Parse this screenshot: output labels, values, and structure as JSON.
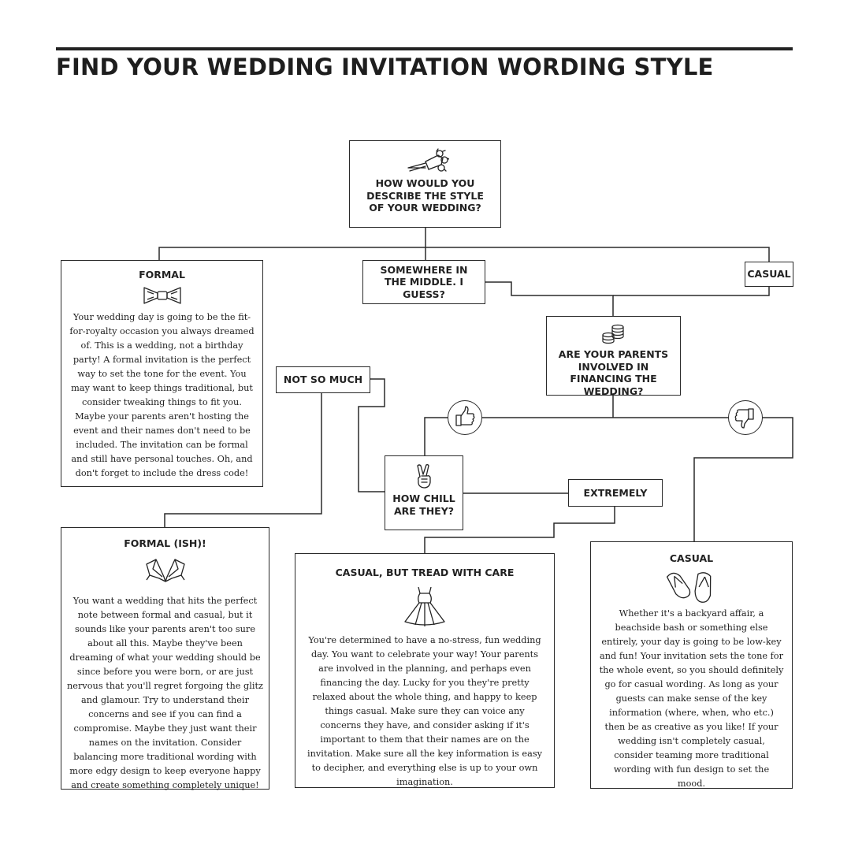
{
  "title": "FIND YOUR WEDDING INVITATION WORDING STYLE",
  "start": {
    "question": "HOW WOULD YOU DESCRIBE THE STYLE OF YOUR WEDDING?",
    "icon": "bouquet-icon"
  },
  "options": {
    "middle": "SOMEWHERE IN THE MIDDLE. I GUESS?",
    "casual": "CASUAL",
    "not_so_much": "NOT SO MUCH",
    "extremely": "EXTREMELY"
  },
  "parents_question": {
    "text": "ARE YOUR PARENTS INVOLVED IN FINANCING THE WEDDING?",
    "icon": "coins-icon"
  },
  "chill_question": {
    "text": "HOW CHILL ARE THEY?",
    "icon": "peace-hand-icon"
  },
  "answers": {
    "yes_icon": "thumbs-up-icon",
    "no_icon": "thumbs-down-icon"
  },
  "results": {
    "formal": {
      "title": "FORMAL",
      "icon": "bow-tie-icon",
      "text": "Your wedding day is going to be the fit-for-royalty occasion you always dreamed of. This is a wedding, not a birthday party! A formal invitation is the perfect way to set the tone for the event. You may want to keep things traditional, but consider tweaking things to fit you. Maybe your parents aren't hosting the event and their names don't need to be included. The invitation can be formal and still have personal touches. Oh, and don't forget to include the dress code!"
    },
    "formalish": {
      "title": "FORMAL (ISH)!",
      "icon": "shirt-collar-icon",
      "text": "You want a wedding that hits the perfect note between formal and casual, but it sounds like your parents aren't too sure about all this. Maybe they've been dreaming of what your wedding should be since before you were born, or are just nervous that you'll regret forgoing the glitz and glamour. Try to understand their concerns and see if you can find a compromise. Maybe they just want their names on the invitation. Consider balancing more traditional wording with more edgy design to keep everyone happy and create something completely unique!"
    },
    "tread": {
      "title": "CASUAL, BUT TREAD WITH CARE",
      "icon": "dress-icon",
      "text": "You're determined to have a no-stress, fun wedding day. You want to celebrate your way! Your parents are involved in the planning, and perhaps even financing the day. Lucky for you they're pretty relaxed about the whole thing, and happy to keep things casual. Make sure they can voice any concerns they have, and consider asking if it's important to them that their names are on the invitation. Make sure all the key information is easy to decipher, and everything else is up to your own imagination."
    },
    "casual": {
      "title": "CASUAL",
      "icon": "flip-flops-icon",
      "text": "Whether it's a backyard affair, a beachside bash or something else entirely, your day is going to be low-key and fun! Your invitation sets the tone for the whole event, so you should definitely go for casual wording. As long as your guests can make sense of the key information (where, when, who etc.) then be as creative as you like! If your wedding isn't completely casual, consider teaming more traditional wording with fun design to set the mood."
    }
  }
}
